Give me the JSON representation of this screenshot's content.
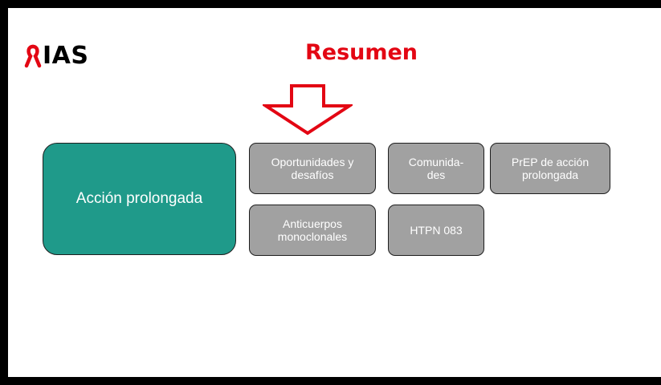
{
  "logo": {
    "text": "IAS",
    "icon": "red-ribbon-icon"
  },
  "title": "Resumen",
  "colors": {
    "accent": "#e30613",
    "main_box": "#1f9a8a",
    "chip": "#a1a1a1",
    "frame": "#000000"
  },
  "main_box": {
    "label": "Acción prolongada"
  },
  "topics": [
    {
      "label": "Oportunidades y desafíos"
    },
    {
      "label": "Comunida-\ndes"
    },
    {
      "label": "PrEP de acción prolongada"
    },
    {
      "label": "Anticuerpos monoclonales"
    },
    {
      "label": "HTPN 083"
    }
  ]
}
